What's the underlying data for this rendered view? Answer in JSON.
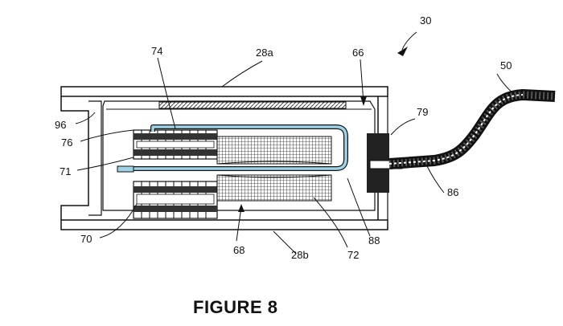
{
  "figure": {
    "caption": "FIGURE 8",
    "colors": {
      "ink": "#111111",
      "highlight": "#9fd3e6",
      "background": "#ffffff"
    },
    "refs": {
      "r30": "30",
      "r28a": "28a",
      "r74": "74",
      "r66": "66",
      "r50": "50",
      "r79": "79",
      "r96": "96",
      "r76": "76",
      "r71": "71",
      "r86": "86",
      "r70": "70",
      "r88": "88",
      "r68": "68",
      "r28b": "28b",
      "r72": "72"
    }
  }
}
